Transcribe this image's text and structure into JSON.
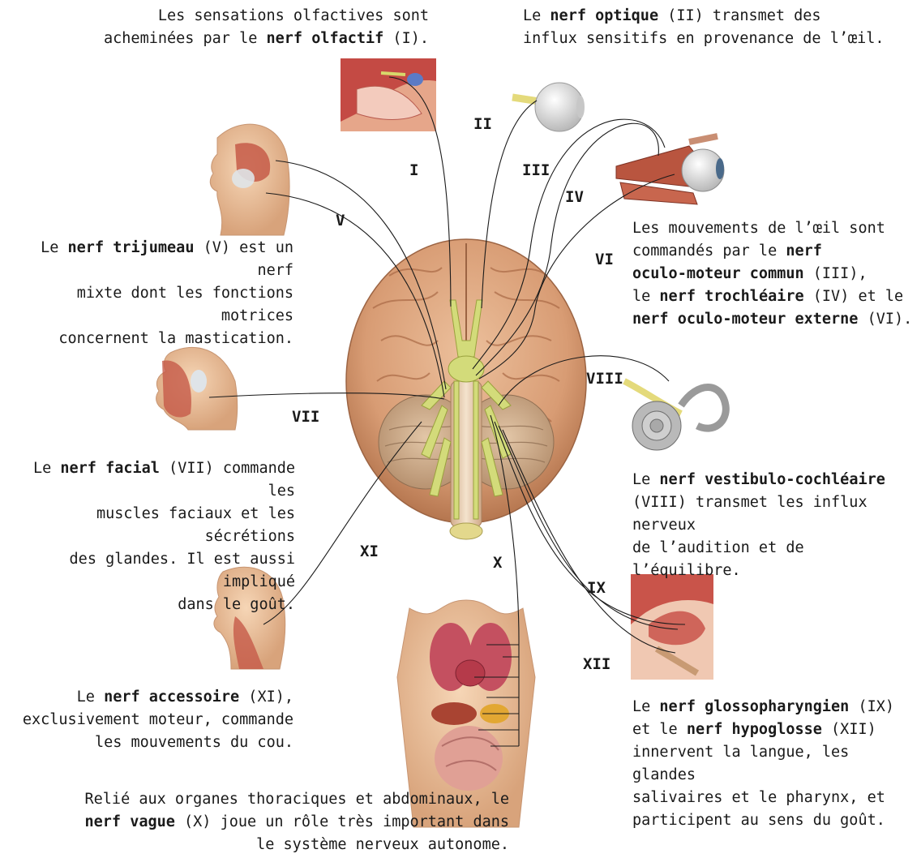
{
  "nerves": {
    "I": {
      "numeral": "I",
      "caption": {
        "a": "Les sensations olfactives sont",
        "b": "acheminées par le ",
        "bold": "nerf olfactif",
        "c": " (I)."
      }
    },
    "II": {
      "numeral": "II",
      "caption": {
        "a": "Le ",
        "bold": "nerf optique",
        "b": " (II) transmet des",
        "c": "influx sensitifs en provenance de l’œil."
      }
    },
    "III": {
      "numeral": "III"
    },
    "IV": {
      "numeral": "IV"
    },
    "VI": {
      "numeral": "VI"
    },
    "eye_group_caption": {
      "l1": "Les mouvements de l’œil sont",
      "l2a": "commandés par le ",
      "l2bold": "nerf",
      "l3bold": "oculo-moteur commun",
      "l3b": " (III),",
      "l4a": "le ",
      "l4bold": "nerf trochléaire",
      "l4b": " (IV) et le",
      "l5bold": "nerf oculo-moteur externe",
      "l5b": " (VI)."
    },
    "V": {
      "numeral": "V",
      "caption": {
        "a": "Le ",
        "bold": "nerf trijumeau",
        "b": " (V) est un nerf",
        "c": "mixte dont les fonctions motrices",
        "d": "concernent la mastication."
      }
    },
    "VII": {
      "numeral": "VII",
      "caption": {
        "a": "Le ",
        "bold": "nerf facial",
        "b": " (VII) commande les",
        "c": "muscles faciaux et les sécrétions",
        "d": "des glandes. Il est aussi impliqué",
        "e": "dans le goût."
      }
    },
    "VIII": {
      "numeral": "VIII",
      "caption": {
        "a": "Le ",
        "bold": "nerf vestibulo-cochléaire",
        "b": "(VIII) transmet les influx nerveux",
        "c": "de l’audition et de l’équilibre."
      }
    },
    "XI": {
      "numeral": "XI",
      "caption": {
        "a": "Le ",
        "bold": "nerf accessoire",
        "b": " (XI),",
        "c": "exclusivement moteur, commande",
        "d": "les mouvements du cou."
      }
    },
    "X": {
      "numeral": "X",
      "caption": {
        "a": "Relié aux organes thoraciques et abdominaux, le",
        "bold": "nerf vague",
        "b": " (X) joue un rôle très important dans",
        "c": "le système nerveux autonome."
      }
    },
    "IX": {
      "numeral": "IX"
    },
    "XII": {
      "numeral": "XII"
    },
    "tongue_group_caption": {
      "l1a": "Le ",
      "l1bold": "nerf glossopharyngien",
      "l1b": " (IX)",
      "l2a": "et le ",
      "l2bold": "nerf hypoglosse",
      "l2b": " (XII)",
      "l3": "innervent la langue, les glandes",
      "l4": "salivaires et le pharynx, et",
      "l5": "participent au sens du goût."
    }
  },
  "colors": {
    "brain": "#d9a079",
    "cerebellum": "#c9ac8c",
    "nerve": "#c9d46a",
    "muscle": "#c3584a",
    "skin": "#eac19b"
  }
}
